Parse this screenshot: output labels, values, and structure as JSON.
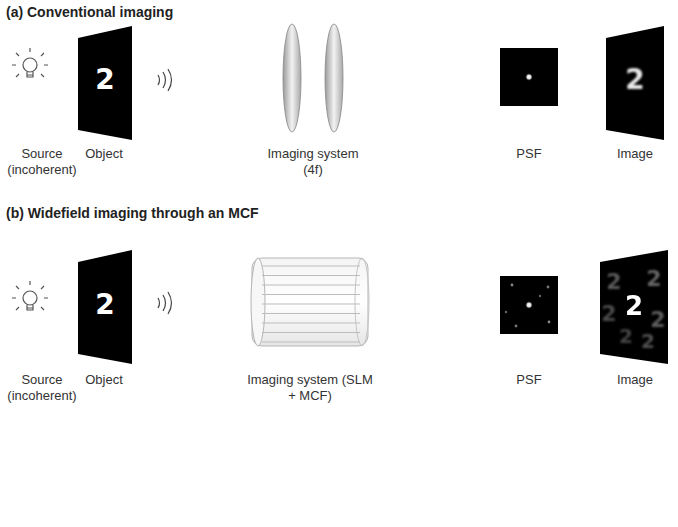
{
  "diagram": {
    "labels": [
      "(a) Conventional imaging",
      "Source (incoherent)",
      "Object",
      "Imaging system (4f)",
      "PSF",
      "Image",
      "(b) Widefield imaging through an MCF",
      "Source (incoherent)",
      "Object",
      "Imaging system (SLM + MCF)",
      "PSF",
      "Image",
      "2",
      "2",
      "2",
      "2",
      "2",
      "2",
      "2",
      "2",
      "2",
      "2"
    ]
  }
}
